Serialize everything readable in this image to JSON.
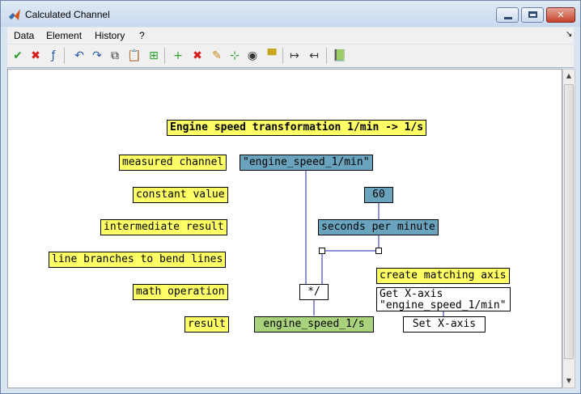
{
  "window": {
    "title": "Calculated Channel",
    "minimize_glyph": "",
    "close_glyph": "✕"
  },
  "menu": {
    "items": [
      {
        "label": "Data"
      },
      {
        "label": "Element"
      },
      {
        "label": "History"
      },
      {
        "label": "?"
      }
    ],
    "overflow_glyph": "↘"
  },
  "toolbar": {
    "icons": [
      {
        "name": "accept-icon",
        "glyph": "✔",
        "color": "#2a9d2a"
      },
      {
        "name": "delete-icon",
        "glyph": "✖",
        "color": "#d11a1a"
      },
      {
        "name": "function-icon",
        "glyph": "ƒ",
        "color": "#2a5ca8"
      },
      {
        "name": "undo-icon",
        "glyph": "↶",
        "color": "#2a5ca8"
      },
      {
        "name": "redo-icon",
        "glyph": "↷",
        "color": "#2a5ca8"
      },
      {
        "name": "copy-icon",
        "glyph": "⧉",
        "color": "#333333"
      },
      {
        "name": "paste-icon",
        "glyph": "📋",
        "color": "#8a6d2a"
      },
      {
        "name": "fit-icon",
        "glyph": "⊞",
        "color": "#2a9d2a"
      },
      {
        "name": "add-element-icon",
        "glyph": "+",
        "color": "#2a9d2a"
      },
      {
        "name": "remove-element-icon",
        "glyph": "✖",
        "color": "#d11a1a"
      },
      {
        "name": "edit-icon",
        "glyph": "✎",
        "color": "#c8871e"
      },
      {
        "name": "add-node-icon",
        "glyph": "⊹",
        "color": "#2a9d2a"
      },
      {
        "name": "view-icon",
        "glyph": "◉",
        "color": "#333333"
      },
      {
        "name": "highlight-icon",
        "glyph": "▀",
        "color": "#c8a81e"
      },
      {
        "name": "align-right-icon",
        "glyph": "↦",
        "color": "#333333"
      },
      {
        "name": "align-left-icon",
        "glyph": "↤",
        "color": "#333333"
      },
      {
        "name": "book-icon",
        "glyph": "📗",
        "color": "#2a9d2a"
      }
    ]
  },
  "diagram": {
    "title": "Engine speed transformation 1/min -> 1/s",
    "legend": {
      "measured": "measured channel",
      "constant": "constant value",
      "intermediate": "intermediate result",
      "branches": "line branches to bend lines",
      "math": "math operation",
      "result": "result"
    },
    "nodes": {
      "channel": "\"engine_speed_1/min\"",
      "constant": "60",
      "seconds": "seconds per minute",
      "operation": "*/",
      "result": "engine_speed_1/s",
      "axis_note": "create matching axis",
      "get_axis_line1": "Get X-axis",
      "get_axis_line2": "\"engine_speed_1/min\"",
      "set_axis": "Set X-axis"
    },
    "colors": {
      "label": "#ffff66",
      "input": "#6aa3bd",
      "result": "#a8d37c",
      "wire": "#1f1fb5"
    }
  }
}
